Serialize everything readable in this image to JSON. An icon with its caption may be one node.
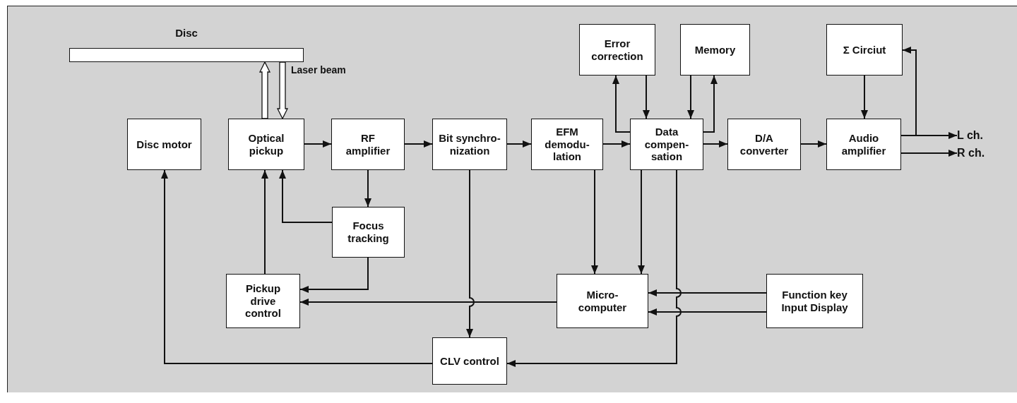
{
  "diagram": {
    "nodes": [
      {
        "text": [
          "Disc"
        ]
      },
      {
        "text": [
          "Disc motor"
        ]
      },
      {
        "text": [
          "Optical pickup"
        ]
      },
      {
        "text": [
          "RF amplifier"
        ]
      },
      {
        "text": [
          "Bit synchro- nization"
        ]
      },
      {
        "text": [
          "EFM demodu- lation"
        ]
      },
      {
        "text": [
          "Data compen- sation"
        ]
      },
      {
        "text": [
          "D/A converter"
        ]
      },
      {
        "text": [
          "Audio amplifier"
        ]
      },
      {
        "text": [
          "Error correction"
        ]
      },
      {
        "text": [
          "Memory"
        ]
      },
      {
        "text": [
          "Σ Circiut"
        ]
      },
      {
        "text": [
          "Focus tracking"
        ]
      },
      {
        "text": [
          "Pickup drive control"
        ]
      },
      {
        "text": [
          "Micro- computer"
        ]
      },
      {
        "text": [
          "Function key Input Display"
        ]
      },
      {
        "text": [
          "CLV control"
        ]
      },
      {
        "text": [
          "L ch."
        ]
      },
      {
        "text": [
          "R ch."
        ]
      }
    ],
    "edges": [
      {
        "from": 2,
        "to": 0,
        "arrow": "to",
        "style": "thick"
      },
      {
        "from": 0,
        "to": 2,
        "arrow": "to",
        "style": "thick",
        "label": "Laser beam"
      },
      {
        "from": 2,
        "to": 3,
        "arrow": "to"
      },
      {
        "from": 3,
        "to": 4,
        "arrow": "to"
      },
      {
        "from": 4,
        "to": 5,
        "arrow": "to"
      },
      {
        "from": 5,
        "to": 6,
        "arrow": "to"
      },
      {
        "from": 6,
        "to": 7,
        "arrow": "to"
      },
      {
        "from": 7,
        "to": 8,
        "arrow": "to"
      },
      {
        "from": 3,
        "to": 12,
        "arrow": "to"
      },
      {
        "from": 12,
        "to": 2,
        "arrow": "to"
      },
      {
        "from": 13,
        "to": 2,
        "arrow": "to"
      },
      {
        "from": 12,
        "to": 13,
        "arrow": "to"
      },
      {
        "from": 14,
        "to": 13,
        "arrow": "to"
      },
      {
        "from": 4,
        "to": 16,
        "arrow": "to"
      },
      {
        "from": 5,
        "to": 14,
        "arrow": "to"
      },
      {
        "from": 6,
        "to": 14,
        "arrow": "to"
      },
      {
        "from": 6,
        "to": 16,
        "arrow": "to"
      },
      {
        "from": 16,
        "to": 1,
        "arrow": "to"
      },
      {
        "from": 15,
        "to": 14,
        "arrow": "to"
      },
      {
        "from": 15,
        "to": 14,
        "arrow": "to"
      },
      {
        "from": 6,
        "to": 9,
        "arrow": "to"
      },
      {
        "from": 9,
        "to": 6,
        "arrow": "to"
      },
      {
        "from": 10,
        "to": 6,
        "arrow": "to"
      },
      {
        "from": 6,
        "to": 10,
        "arrow": "to"
      },
      {
        "from": 11,
        "to": 8,
        "arrow": "to"
      },
      {
        "from": 8,
        "to": 17,
        "arrow": "to"
      },
      {
        "from": 8,
        "to": 11,
        "arrow": "to"
      },
      {
        "from": 8,
        "to": 18,
        "arrow": "to"
      }
    ]
  }
}
